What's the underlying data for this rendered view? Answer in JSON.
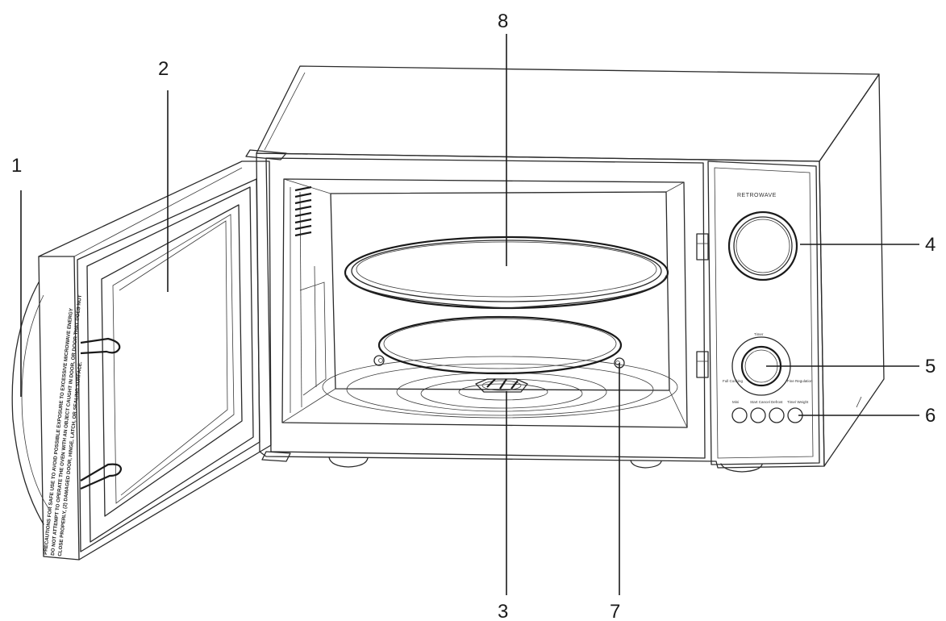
{
  "diagram": {
    "callouts": [
      {
        "id": "1",
        "label": "1"
      },
      {
        "id": "2",
        "label": "2"
      },
      {
        "id": "3",
        "label": "3"
      },
      {
        "id": "4",
        "label": "4"
      },
      {
        "id": "5",
        "label": "5"
      },
      {
        "id": "6",
        "label": "6"
      },
      {
        "id": "7",
        "label": "7"
      },
      {
        "id": "8",
        "label": "8"
      }
    ],
    "control_panel": {
      "brand": "RETROWAVE",
      "dial_top_label": "Timer",
      "dial_left_label": "Full Cooking",
      "dial_right_label": "Fine Regulation",
      "buttons": [
        "Mini",
        "Start Cancel",
        "Defrost",
        "Time/ Weight"
      ]
    },
    "door_warning": {
      "lines": [
        "PRECAUTIONS FOR SAFE USE TO AVOID POSSIBLE EXPOSURE TO EXCESSIVE MICROWAVE ENERGY",
        "DO NOT ATTEMPT TO OPERATE THE OVEN WITH AN OBJECT CAUGHT IN DOOR, OR DOOR THAT DOES NOT",
        "CLOSE PROPERLY, (2) DAMAGED DOOR, HINGE, LATCH, OR SEALING SURFACE."
      ]
    }
  }
}
